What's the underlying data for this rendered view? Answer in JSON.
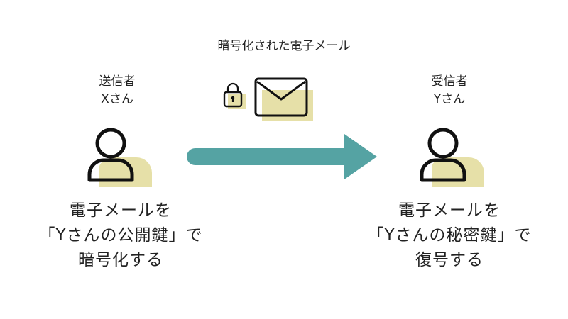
{
  "diagram": {
    "encrypted_mail_label": "暗号化された電子メール",
    "sender": {
      "role": "送信者",
      "name": "Xさん",
      "description_lines": [
        "電子メールを",
        "「Yさんの公開鍵」で",
        "暗号化する"
      ]
    },
    "receiver": {
      "role": "受信者",
      "name": "Yさん",
      "description_lines": [
        "電子メールを",
        "「Yさんの秘密鍵」で",
        "復号する"
      ]
    },
    "icons": [
      "lock-icon",
      "envelope-icon",
      "person-icon",
      "arrow-right-icon"
    ],
    "colors": {
      "accent_fill": "#e6e0a8",
      "arrow": "#55a3a3",
      "stroke": "#111111"
    }
  }
}
